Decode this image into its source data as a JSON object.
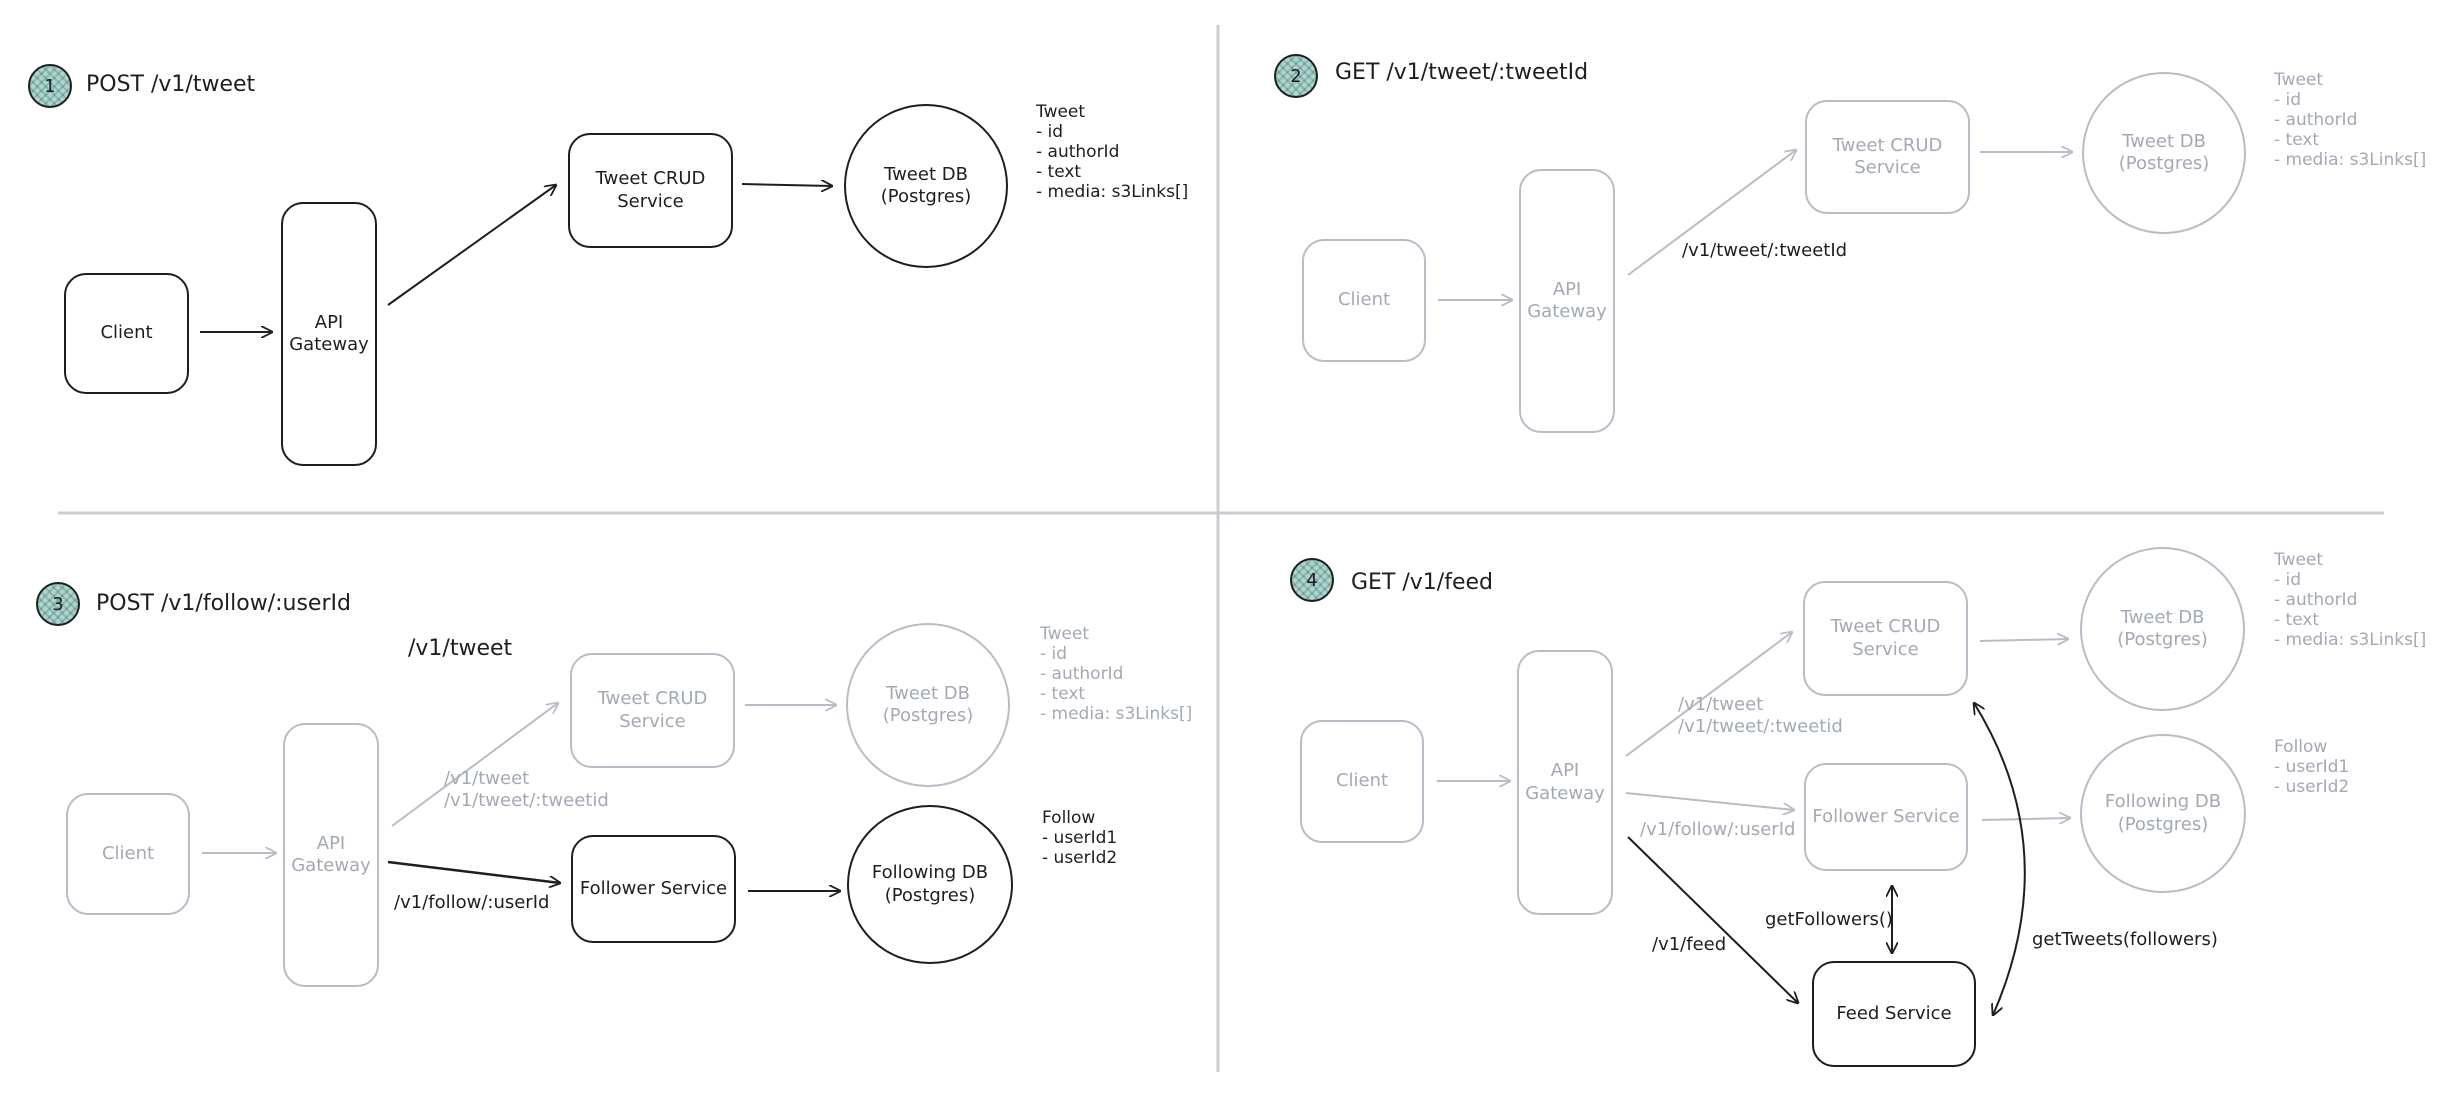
{
  "panels": {
    "p1": {
      "number": "1",
      "title": "POST /v1/tweet",
      "client": "Client",
      "gateway": "API\nGateway",
      "tweet_service": "Tweet CRUD\nService",
      "tweet_db": "Tweet DB\n(Postgres)",
      "schema": [
        "Tweet",
        "- id",
        "- authorId",
        "- text",
        "- media: s3Links[]"
      ]
    },
    "p2": {
      "number": "2",
      "title": "GET /v1/tweet/:tweetId",
      "client": "Client",
      "gateway": "API\nGateway",
      "tweet_service": "Tweet CRUD\nService",
      "tweet_db": "Tweet DB\n(Postgres)",
      "route_label": "/v1/tweet/:tweetId",
      "schema": [
        "Tweet",
        "- id",
        "- authorId",
        "- text",
        "- media: s3Links[]"
      ]
    },
    "p3": {
      "number": "3",
      "title": "POST /v1/follow/:userId",
      "floating_label": "/v1/tweet",
      "client": "Client",
      "gateway": "API\nGateway",
      "tweet_service": "Tweet CRUD\nService",
      "tweet_db": "Tweet DB\n(Postgres)",
      "follower_service": "Follower Service",
      "following_db": "Following DB\n(Postgres)",
      "route_tweet": "/v1/tweet\n/v1/tweet/:tweetid",
      "route_follow": "/v1/follow/:userId",
      "tweet_schema": [
        "Tweet",
        "- id",
        "- authorId",
        "- text",
        "- media: s3Links[]"
      ],
      "follow_schema": [
        "Follow",
        "- userId1",
        "- userId2"
      ]
    },
    "p4": {
      "number": "4",
      "title": "GET /v1/feed",
      "client": "Client",
      "gateway": "API\nGateway",
      "tweet_service": "Tweet CRUD\nService",
      "tweet_db": "Tweet DB\n(Postgres)",
      "follower_service": "Follower Service",
      "following_db": "Following DB\n(Postgres)",
      "feed_service": "Feed Service",
      "route_tweet": "/v1/tweet\n/v1/tweet/:tweetid",
      "route_follow": "/v1/follow/:userId",
      "route_feed": "/v1/feed",
      "get_followers": "getFollowers()",
      "get_tweets": "getTweets(followers)",
      "tweet_schema": [
        "Tweet",
        "- id",
        "- authorId",
        "- text",
        "- media: s3Links[]"
      ],
      "follow_schema": [
        "Follow",
        "- userId1",
        "- userId2"
      ]
    }
  },
  "colors": {
    "ink": "#1e1e1e",
    "faded": "#b7bcc6",
    "badge": "#a8d8cf",
    "divider": "#c9ccd3"
  }
}
